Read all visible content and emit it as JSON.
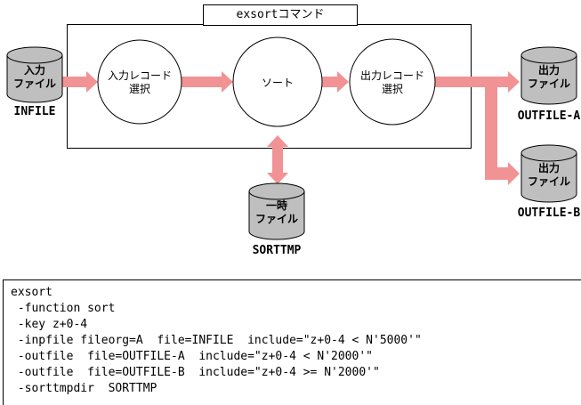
{
  "diagram": {
    "title": "exsortコマンド",
    "nodes": {
      "input_select": {
        "line1": "入力レコード",
        "line2": "選択"
      },
      "sort": {
        "label": "ソート"
      },
      "output_select": {
        "line1": "出力レコード",
        "line2": "選択"
      }
    },
    "files": {
      "input": {
        "line1": "入力",
        "line2": "ファイル",
        "caption": "INFILE"
      },
      "output_a": {
        "line1": "出力",
        "line2": "ファイル",
        "caption": "OUTFILE-A"
      },
      "output_b": {
        "line1": "出力",
        "line2": "ファイル",
        "caption": "OUTFILE-B"
      },
      "temp": {
        "line1": "一時",
        "line2": "ファイル",
        "caption": "SORTTMP"
      }
    },
    "colors": {
      "arrow": "#f19394",
      "cylinder": "#bfbfbf"
    }
  },
  "code_box": {
    "lines": [
      "exsort",
      " -function sort",
      " -key z+0-4",
      " -inpfile fileorg=A  file=INFILE  include=\"z+0-4 < N'5000'\"",
      " -outfile  file=OUTFILE-A  include=\"z+0-4 < N'2000'\"",
      " -outfile  file=OUTFILE-B  include=\"z+0-4 >= N'2000'\"",
      " -sorttmpdir  SORTTMP"
    ]
  }
}
